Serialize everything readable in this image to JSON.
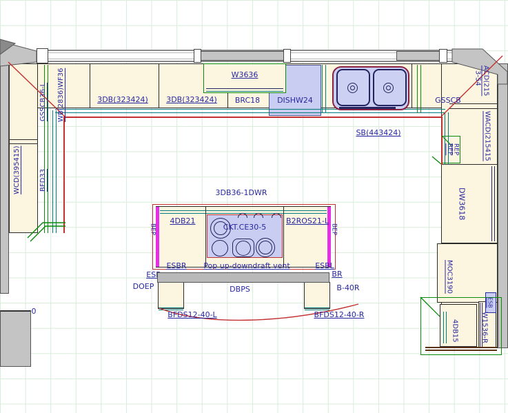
{
  "drawing": {
    "kind": "kitchen-floor-plan"
  },
  "colors": {
    "countertop_red": "#c23030",
    "counter_teal": "#007a7a",
    "cabinet_green": "#0a8a0a",
    "end_panel_magenta": "#e52ee5",
    "appliance_fill": "#c9cdf2",
    "cabinet_fill": "#fcf5e0",
    "label_navy": "#2828a0",
    "wall_gray": "#c4c4c4"
  },
  "labels": {
    "db3_left": "3DB(323424)",
    "db3_right": "3DB(323424)",
    "brc18": "BRC18",
    "dishw24": "DISHW24",
    "w3636": "W3636",
    "gsscb": "GSSCB",
    "sb": "SB(443424)",
    "wb2836": "WB(2836)WF36",
    "gsscb36l": "GSSCB36-L",
    "wcd": "WCD(395415)",
    "bfd33": "BFD33",
    "dim354": "3-54",
    "acd215": "ACD(215",
    "wacd": "WACD(215415",
    "rep1": "REP",
    "rep2": "REP",
    "dw3618": "DW3618",
    "moc3190": "MOC3190",
    "db15_4": "4DB15",
    "w1536r": "W1536-R",
    "esb_small": "ESB",
    "island_header": "3DB36-1DWR",
    "db21": "4DB21",
    "cooktop": "CKT.CE30-5",
    "b2ros": "B2ROS21-L",
    "bep_left": "BEP",
    "bep_right": "BEP",
    "esbr": "ESBR",
    "vent": "Pop up-downdraft vent",
    "esbl": "ESBL",
    "esb_frag": "ESB",
    "br_frag": "BR",
    "doep": "DOEP",
    "dbps": "DBPS",
    "b40r": "B-40R",
    "bfds_l": "BFDS12-40-L",
    "bfds_r": "BFDS12-40-R",
    "zero": "0"
  }
}
